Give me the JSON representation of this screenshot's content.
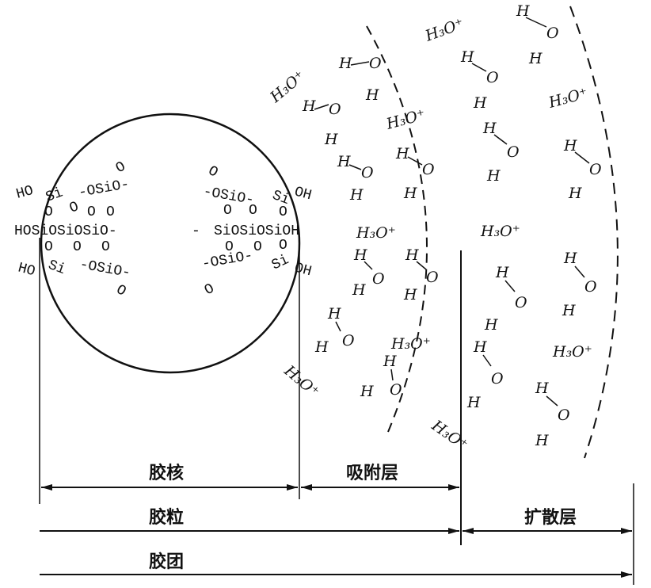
{
  "labels": {
    "core": "胶核",
    "adsorption": "吸附层",
    "particle": "胶粒",
    "diffusion": "扩散层",
    "micelle": "胶团"
  },
  "species": {
    "hydronium": "H₃O⁺",
    "water_h": "H",
    "water_o": "O"
  },
  "core_structure": {
    "left": {
      "row1_ho": "HO",
      "row1_si": "Si",
      "row1_right": "-OSiO-",
      "row2": "HOSiOSiOSiO-",
      "row3_ho": "HO",
      "row3_si": "Si",
      "row3_right": "-OSiO-"
    },
    "right": {
      "row1_left": "-OSiO-",
      "row1_si": "Si",
      "row1_oh": "OH",
      "row2": "SiOSiOSiOH",
      "row2_dash": "-",
      "row3_left": "-OSiO-",
      "row3_si": "Si",
      "row3_oh": "OH"
    },
    "o_atom": "O",
    "bond": "-"
  },
  "colors": {
    "ink": "#111111",
    "background": "#ffffff"
  }
}
